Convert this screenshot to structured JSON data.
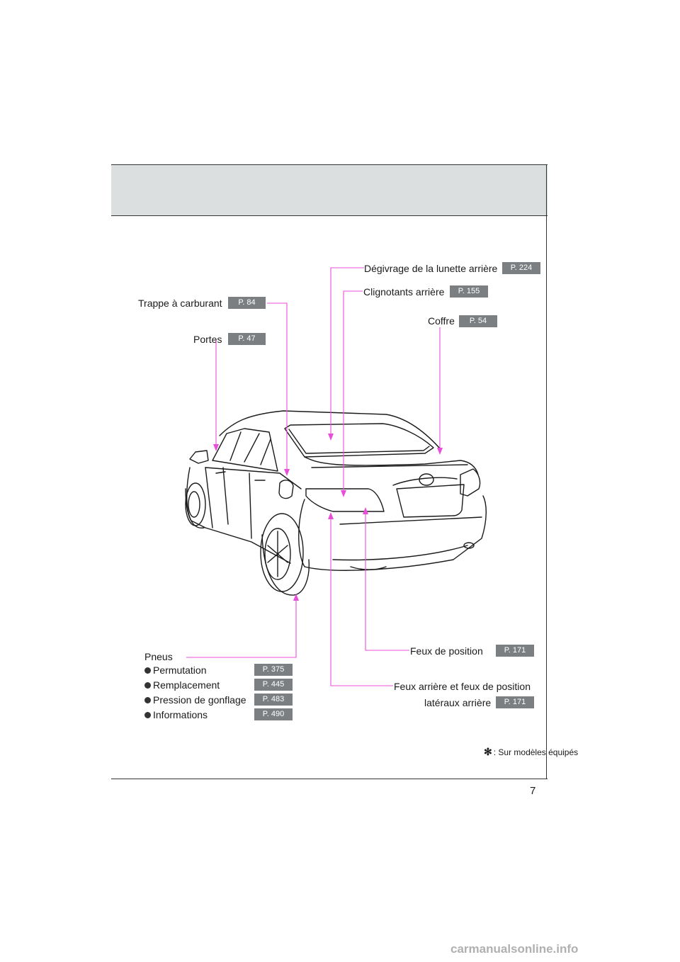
{
  "page": {
    "number": "7"
  },
  "callouts": {
    "degivrage": {
      "label": "Dégivrage de la lunette arrière",
      "page": "P. 224"
    },
    "clignotants": {
      "label": "Clignotants arrière",
      "page": "P. 155"
    },
    "coffre": {
      "label": "Coffre",
      "page": "P. 54"
    },
    "trappe": {
      "label": "Trappe à carburant",
      "page": "P. 84"
    },
    "portes": {
      "label": "Portes",
      "page": "P. 47"
    },
    "feux_position": {
      "label": "Feux de position",
      "page": "P. 171"
    },
    "feux_arriere": {
      "label_line1": "Feux arrière et feux de position",
      "label_line2": "latéraux arrière",
      "page": "P. 171"
    }
  },
  "pneus": {
    "title": "Pneus",
    "items": [
      {
        "label": "Permutation",
        "page": "P. 375"
      },
      {
        "label": "Remplacement",
        "page": "P. 445"
      },
      {
        "label": "Pression de gonflage",
        "page": "P. 483"
      },
      {
        "label": "Informations",
        "page": "P. 490"
      }
    ]
  },
  "footnote": {
    "symbol": "✻",
    "text": ": Sur modèles équipés"
  },
  "watermark": "carmanualsonline.info",
  "colors": {
    "callout_line": "#e84fd8",
    "badge_bg": "#7c7f82",
    "header_band": "#dcdfe0"
  }
}
